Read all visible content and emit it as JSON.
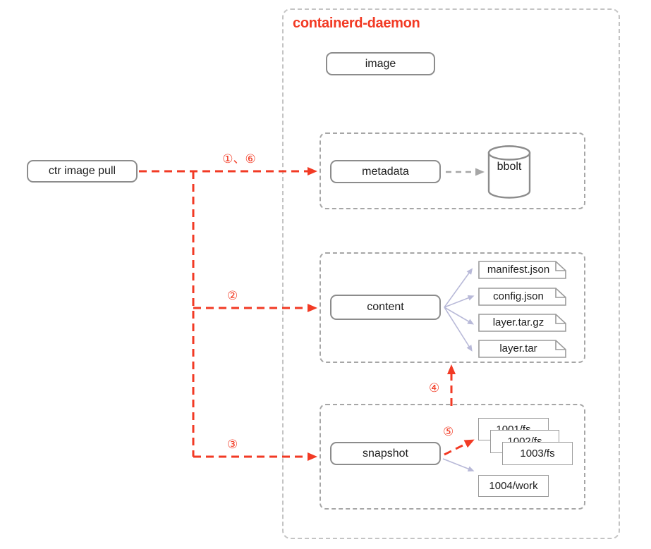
{
  "diagram": {
    "title": "containerd-daemon",
    "actor": {
      "label": "ctr image pull"
    },
    "image_box": {
      "label": "image"
    },
    "metadata_section": {
      "service": "metadata",
      "store": "bbolt"
    },
    "content_section": {
      "service": "content",
      "files": [
        "manifest.json",
        "config.json",
        "layer.tar.gz",
        "layer.tar"
      ]
    },
    "snapshot_section": {
      "service": "snapshot",
      "fs_stack": [
        "1001/fs",
        "1002/fs",
        "1003/fs"
      ],
      "work_dir": "1004/work"
    },
    "step_labels": {
      "step_1_6": "①、⑥",
      "step_2": "②",
      "step_3": "③",
      "step_4": "④",
      "step_5": "⑤"
    },
    "colors": {
      "accent_red": "#f23a24",
      "node_border": "#8c8c8c",
      "section_border": "#a6a6a6",
      "outer_border": "#c4c4c4",
      "fanout_arrow": "#b8b9d8",
      "store_arrow": "#a6a6a6"
    }
  }
}
